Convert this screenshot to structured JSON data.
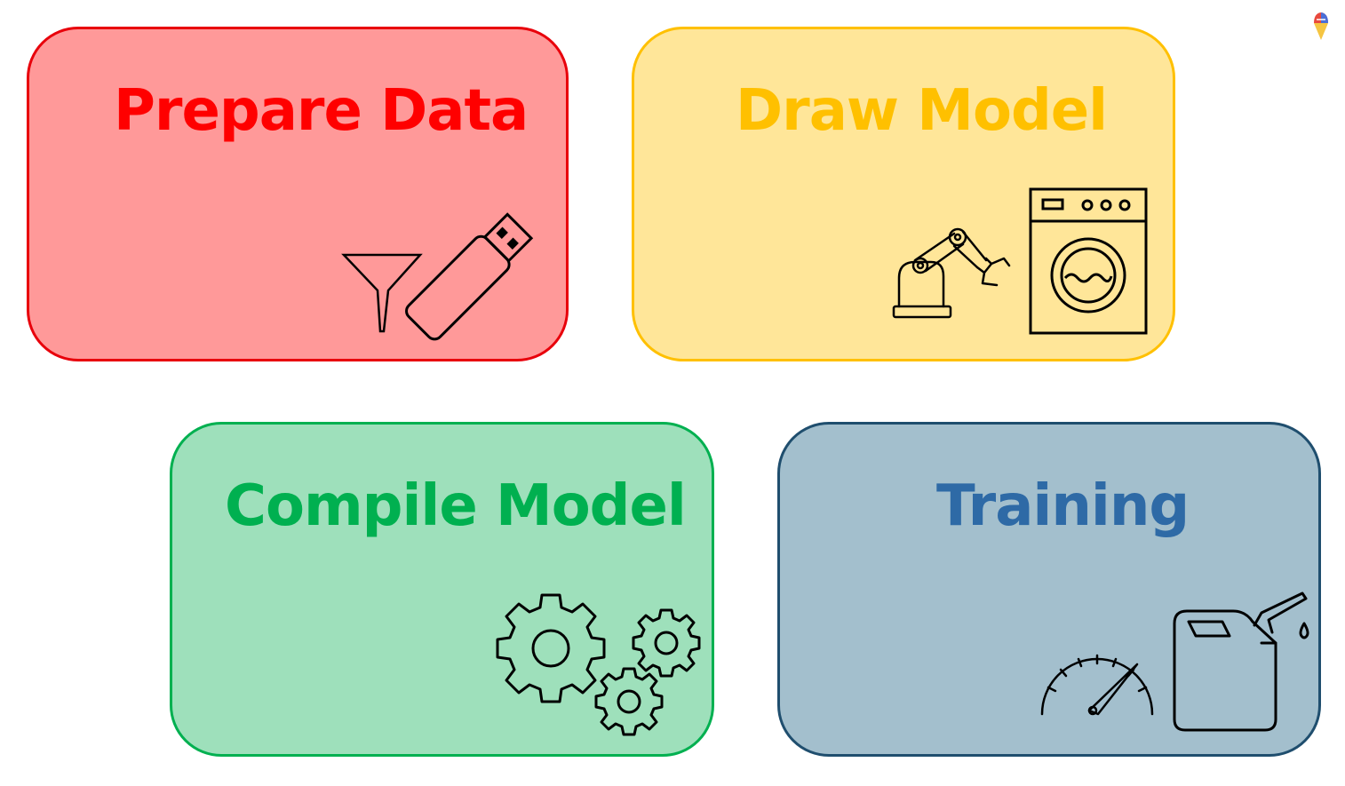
{
  "cards": [
    {
      "title": "Prepare Data",
      "fill": "#ff9999",
      "border": "#e8000b",
      "title_color": "#ff0000",
      "icons": [
        "funnel-icon",
        "usb-drive-icon"
      ]
    },
    {
      "title": "Draw Model",
      "fill": "#ffe699",
      "border": "#ffc000",
      "title_color": "#ffc000",
      "icons": [
        "robot-arm-icon",
        "washing-machine-icon"
      ]
    },
    {
      "title": "Compile Model",
      "fill": "#9ee0bb",
      "border": "#00b050",
      "title_color": "#00b050",
      "icons": [
        "gears-icon"
      ]
    },
    {
      "title": "Training",
      "fill": "#a3bfcd",
      "border": "#1f4e6e",
      "title_color": "#2e6aa6",
      "icons": [
        "speedometer-icon",
        "jerry-can-icon"
      ]
    }
  ],
  "logo": {
    "icon": "ice-cream-logo-icon",
    "colors": [
      "#e8493d",
      "#4a6fd8",
      "#f5c542"
    ]
  }
}
